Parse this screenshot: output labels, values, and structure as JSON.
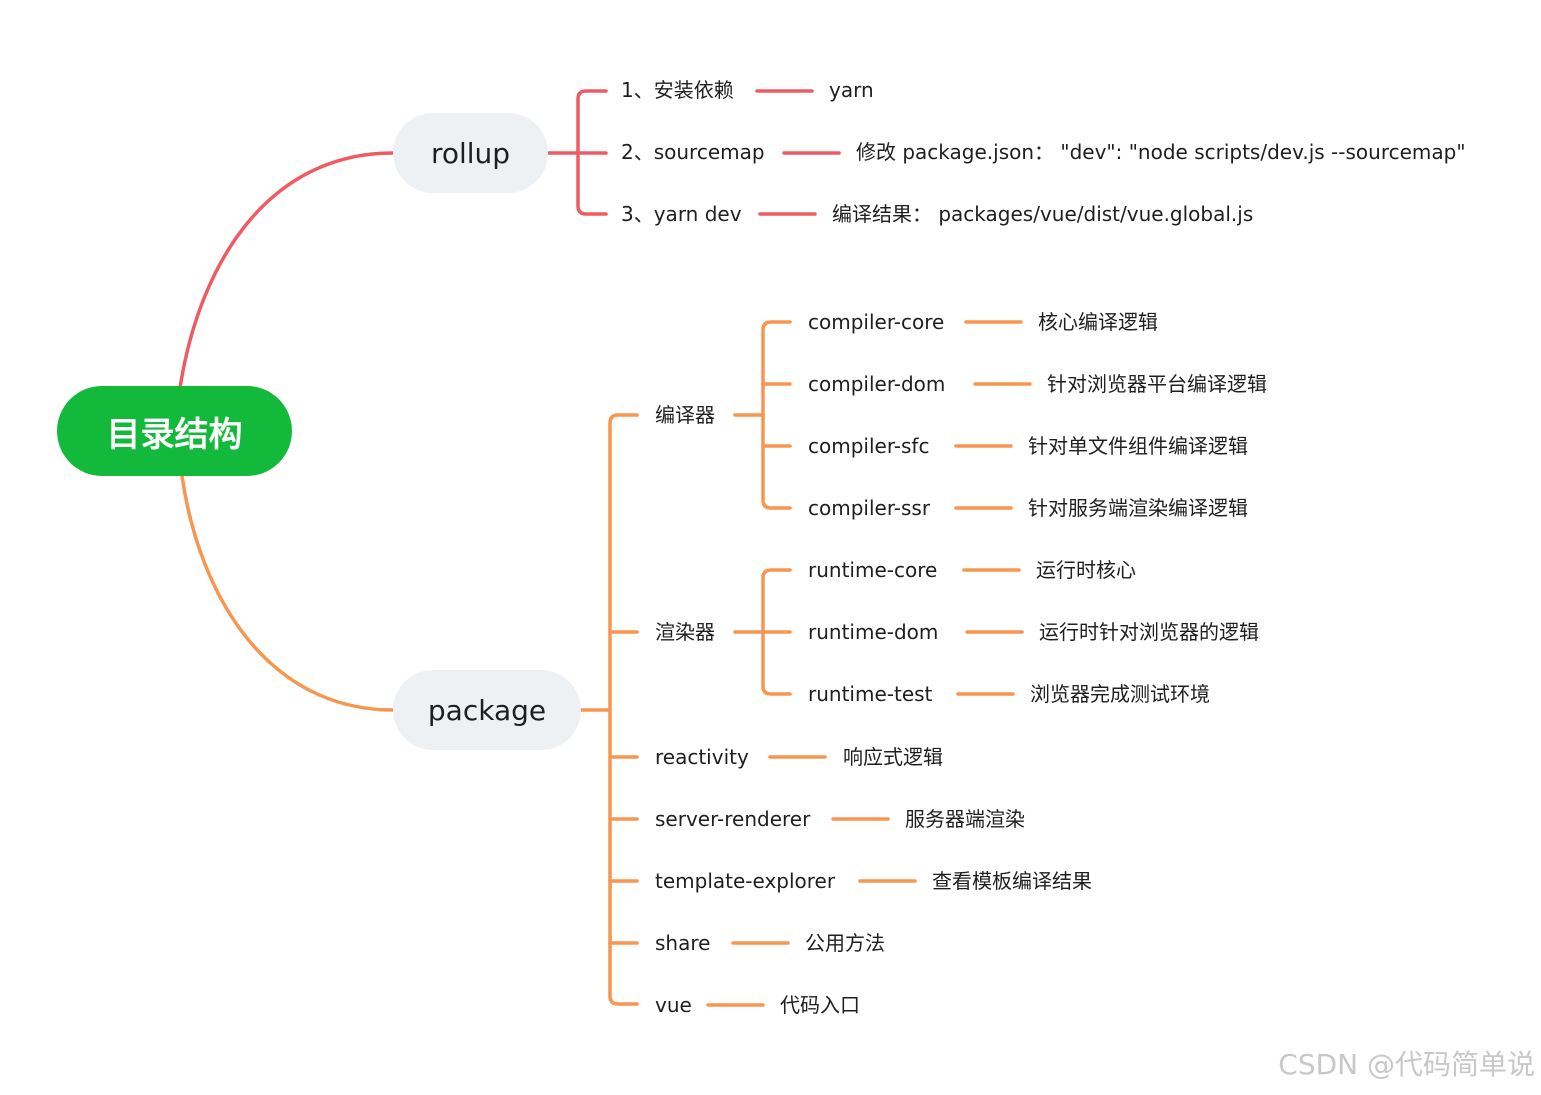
{
  "root": "目录结构",
  "branches": [
    {
      "label": "rollup",
      "color": "#ef5b62",
      "children": [
        {
          "label": "1、安装依赖",
          "note": "yarn"
        },
        {
          "label": "2、sourcemap",
          "note": "修改 package.json： \"dev\": \"node scripts/dev.js --sourcemap\""
        },
        {
          "label": "3、yarn dev",
          "note": "编译结果：  packages/vue/dist/vue.global.js"
        }
      ]
    },
    {
      "label": "package",
      "color": "#f7964f",
      "children": [
        {
          "label": "编译器",
          "children": [
            {
              "label": "compiler-core",
              "note": "核心编译逻辑"
            },
            {
              "label": "compiler-dom",
              "note": "针对浏览器平台编译逻辑"
            },
            {
              "label": "compiler-sfc",
              "note": "针对单文件组件编译逻辑"
            },
            {
              "label": "compiler-ssr",
              "note": "针对服务端渲染编译逻辑"
            }
          ]
        },
        {
          "label": "渲染器",
          "children": [
            {
              "label": "runtime-core",
              "note": "运行时核心"
            },
            {
              "label": "runtime-dom",
              "note": "运行时针对浏览器的逻辑"
            },
            {
              "label": "runtime-test",
              "note": "浏览器完成测试环境"
            }
          ]
        },
        {
          "label": "reactivity",
          "note": "响应式逻辑"
        },
        {
          "label": "server-renderer",
          "note": "服务器端渲染"
        },
        {
          "label": "template-explorer",
          "note": "查看模板编译结果"
        },
        {
          "label": "share",
          "note": "公用方法"
        },
        {
          "label": "vue",
          "note": "代码入口"
        }
      ]
    }
  ],
  "watermark": "CSDN @代码简单说"
}
